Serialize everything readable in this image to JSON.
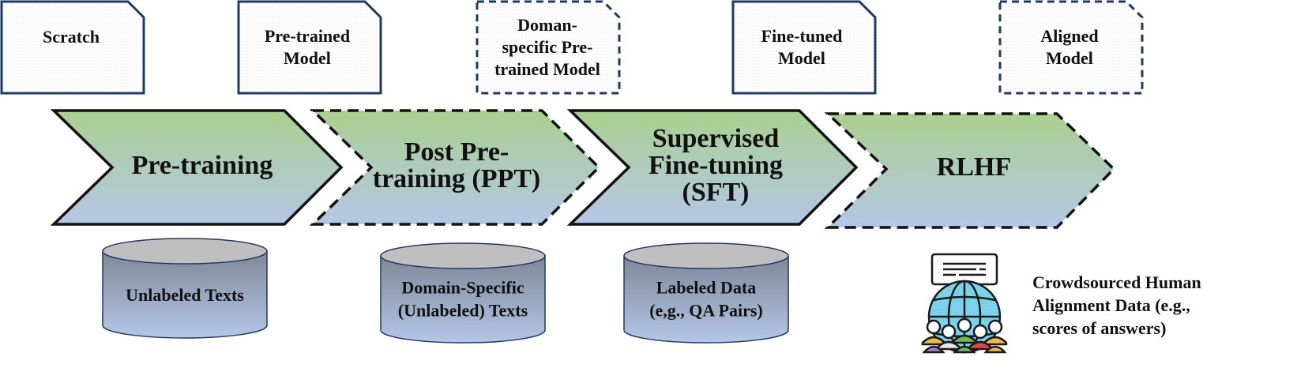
{
  "model_cards": [
    {
      "lines": [
        "Scratch"
      ],
      "style": "solid"
    },
    {
      "lines": [
        "Pre-trained",
        "Model"
      ],
      "style": "solid"
    },
    {
      "lines": [
        "Doman-",
        "specific Pre-",
        "trained Model"
      ],
      "style": "dashed"
    },
    {
      "lines": [
        "Fine-tuned",
        "Model"
      ],
      "style": "solid"
    },
    {
      "lines": [
        "Aligned",
        "Model"
      ],
      "style": "dashed"
    }
  ],
  "stages": [
    {
      "lines": [
        "Pre-training"
      ],
      "style": "solid"
    },
    {
      "lines": [
        "Post Pre-",
        "training (PPT)"
      ],
      "style": "dashed"
    },
    {
      "lines": [
        "Supervised",
        "Fine-tuning",
        "(SFT)"
      ],
      "style": "solid"
    },
    {
      "lines": [
        "RLHF"
      ],
      "style": "dashed"
    }
  ],
  "datasets": [
    {
      "lines": [
        "Unlabeled Texts"
      ]
    },
    {
      "lines": [
        "Domain-Specific",
        "(Unlabeled) Texts"
      ]
    },
    {
      "lines": [
        "Labeled Data",
        "(e,g., QA Pairs)"
      ]
    }
  ],
  "crowd": {
    "icon": "crowd-globe-icon",
    "lines": [
      "Crowdsourced Human",
      "Alignment Data (e.g.,",
      "scores of answers)"
    ]
  },
  "colors": {
    "arrow_top": "#a9d18e",
    "arrow_bottom": "#b4c7e7",
    "card_border": "#1f3864",
    "cylinder_top": "#bfbfbf",
    "cylinder_bottom": "#b4c7e7"
  }
}
